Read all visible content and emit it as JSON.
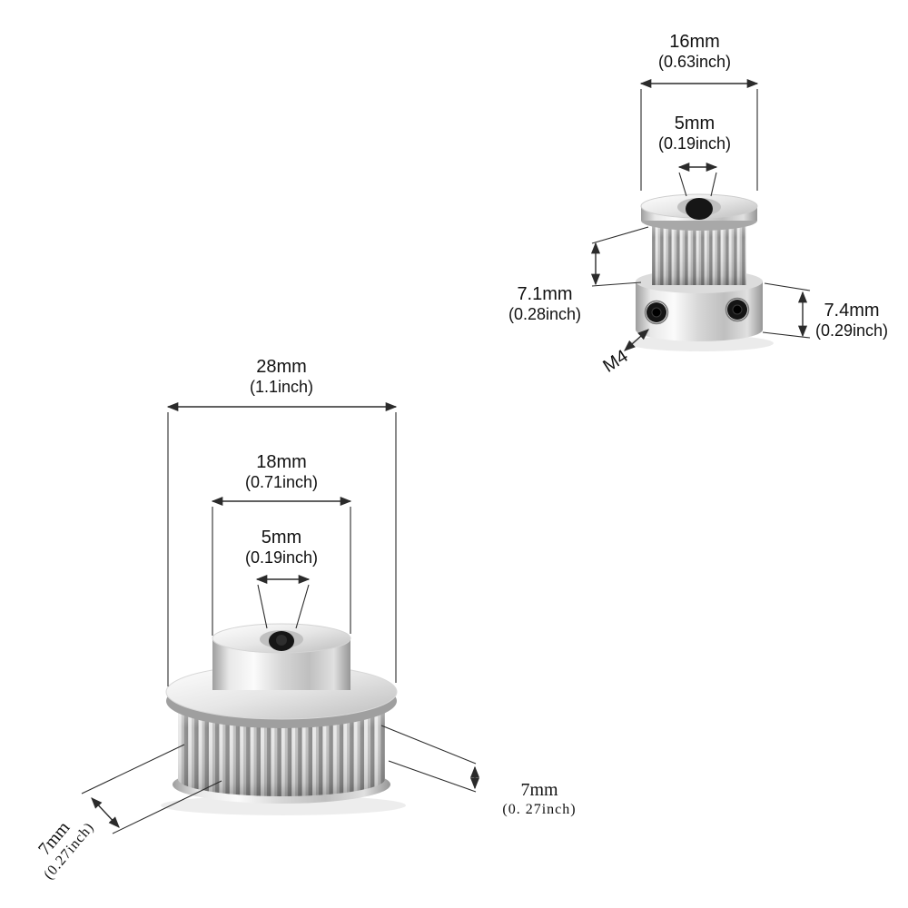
{
  "colors": {
    "background": "#ffffff",
    "dimension_line": "#2b2b2b",
    "text": "#111111",
    "metal_highlight": "#fbfbfb",
    "metal_shadow": "#969696",
    "bore_dark": "#161616"
  },
  "small_pulley": {
    "dim_width": {
      "value": "16mm",
      "inch": "(0.63inch)"
    },
    "dim_bore": {
      "value": "5mm",
      "inch": "(0.19inch)"
    },
    "dim_tooth_section_height": {
      "value": "7.1mm",
      "inch": "(0.28inch)"
    },
    "dim_set_screw": {
      "value": "M4"
    },
    "dim_hub_height": {
      "value": "7.4mm",
      "inch": "(0.29inch)"
    }
  },
  "large_pulley": {
    "dim_outer_diameter": {
      "value": "28mm",
      "inch": "(1.1inch)"
    },
    "dim_flange_diameter": {
      "value": "18mm",
      "inch": "(0.71inch)"
    },
    "dim_bore": {
      "value": "5mm",
      "inch": "(0.19inch)"
    },
    "dim_belt_width_left": {
      "value": "7mm",
      "inch": "(0.27inch)"
    },
    "dim_belt_width_right": {
      "value": "7mm",
      "inch": "(0. 27inch)"
    }
  }
}
